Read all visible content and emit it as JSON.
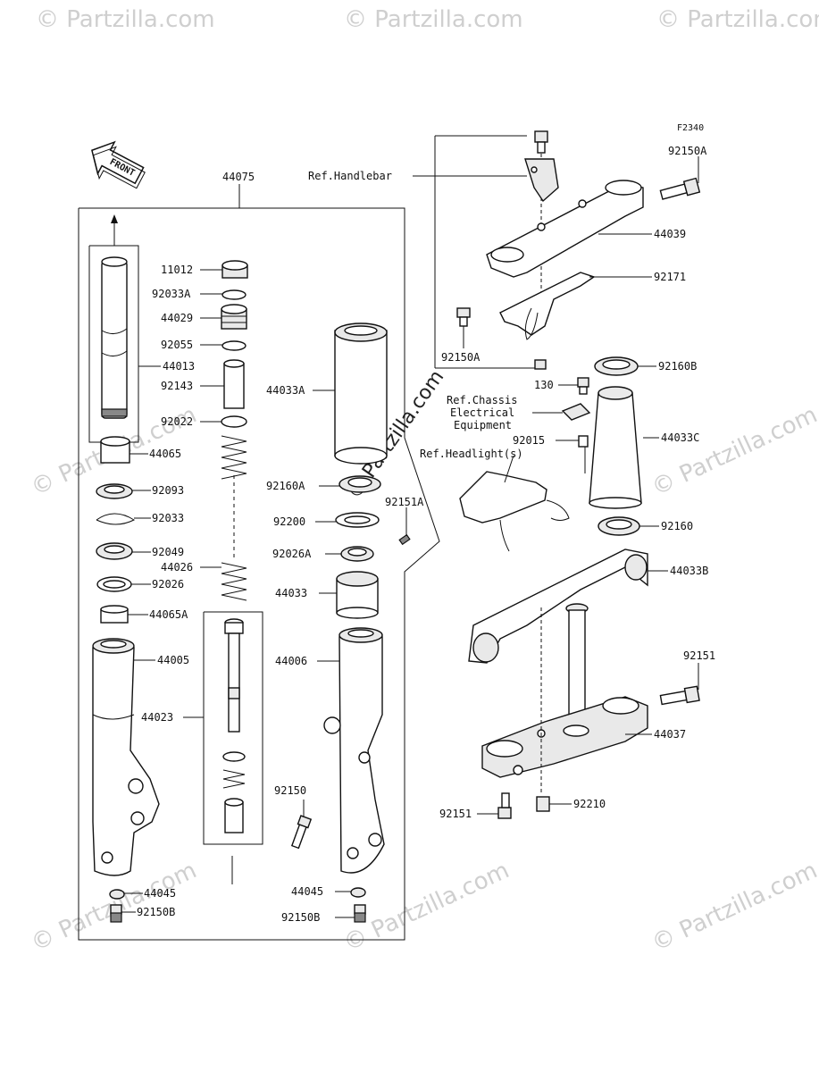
{
  "figure_code": "F2340",
  "front_label": "FRONT",
  "watermarks": {
    "light_text": "© Partzilla.com",
    "center_text": "© Partzilla.com"
  },
  "refs": {
    "handlebar": "Ref.Handlebar",
    "chassis_line1": "Ref.Chassis",
    "chassis_line2": "Electrical",
    "chassis_line3": "Equipment",
    "headlight": "Ref.Headlight(s)"
  },
  "labels": {
    "p44075": "44075",
    "p11012": "11012",
    "p92033A": "92033A",
    "p44029": "44029",
    "p92055": "92055",
    "p44013": "44013",
    "p92143": "92143",
    "p92022": "92022",
    "p44065": "44065",
    "p92093": "92093",
    "p92033": "92033",
    "p92049": "92049",
    "p44026": "44026",
    "p92026": "92026",
    "p44065A": "44065A",
    "p44005": "44005",
    "p44023": "44023",
    "p44045_l": "44045",
    "p92150B_l": "92150B",
    "p44033A": "44033A",
    "p92160A": "92160A",
    "p92200": "92200",
    "p92151A": "92151A",
    "p92026A": "92026A",
    "p44033": "44033",
    "p44006": "44006",
    "p92150": "92150",
    "p44045_r": "44045",
    "p92150B_r": "92150B",
    "p92150A_top": "92150A",
    "p44039": "44039",
    "p92171": "92171",
    "p92150A_bot": "92150A",
    "p130": "130",
    "p92160B": "92160B",
    "p92015": "92015",
    "p44033C": "44033C",
    "p92160": "92160",
    "p44033B": "44033B",
    "p92151_top": "92151",
    "p44037": "44037",
    "p92151_bot": "92151",
    "p92210": "92210"
  }
}
